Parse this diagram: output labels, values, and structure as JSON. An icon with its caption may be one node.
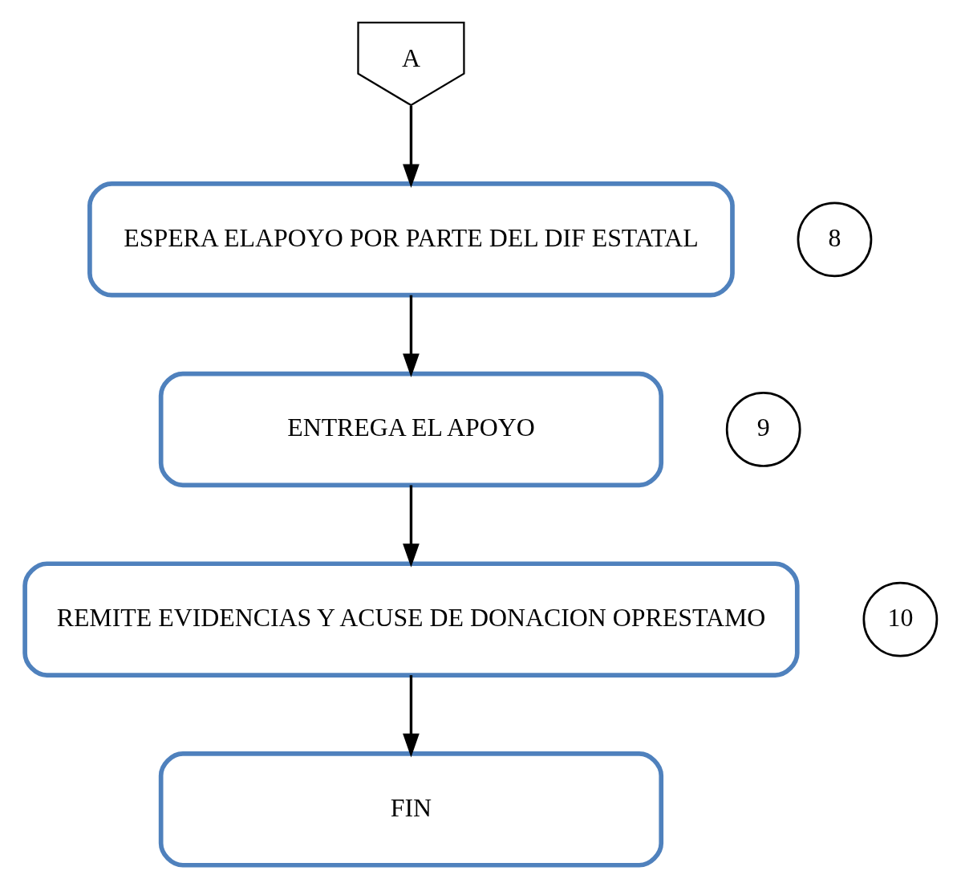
{
  "diagram": {
    "nodes": [
      {
        "text": [
          "A"
        ]
      },
      {
        "text": [
          "ESPERA ELAPOYO POR PARTE DEL DIF ESTATAL"
        ]
      },
      {
        "text": [
          "8"
        ]
      },
      {
        "text": [
          "ENTREGA EL APOYO"
        ]
      },
      {
        "text": [
          "9"
        ]
      },
      {
        "text": [
          "REMITE EVIDENCIAS Y ACUSE DE DONACION OPRESTAMO"
        ]
      },
      {
        "text": [
          "10"
        ]
      },
      {
        "text": [
          "FIN"
        ]
      }
    ],
    "edges": [
      {
        "from": 0,
        "to": 1,
        "arrow": "to"
      },
      {
        "from": 1,
        "to": 3,
        "arrow": "to"
      },
      {
        "from": 3,
        "to": 5,
        "arrow": "to"
      },
      {
        "from": 5,
        "to": 7,
        "arrow": "to"
      }
    ]
  }
}
